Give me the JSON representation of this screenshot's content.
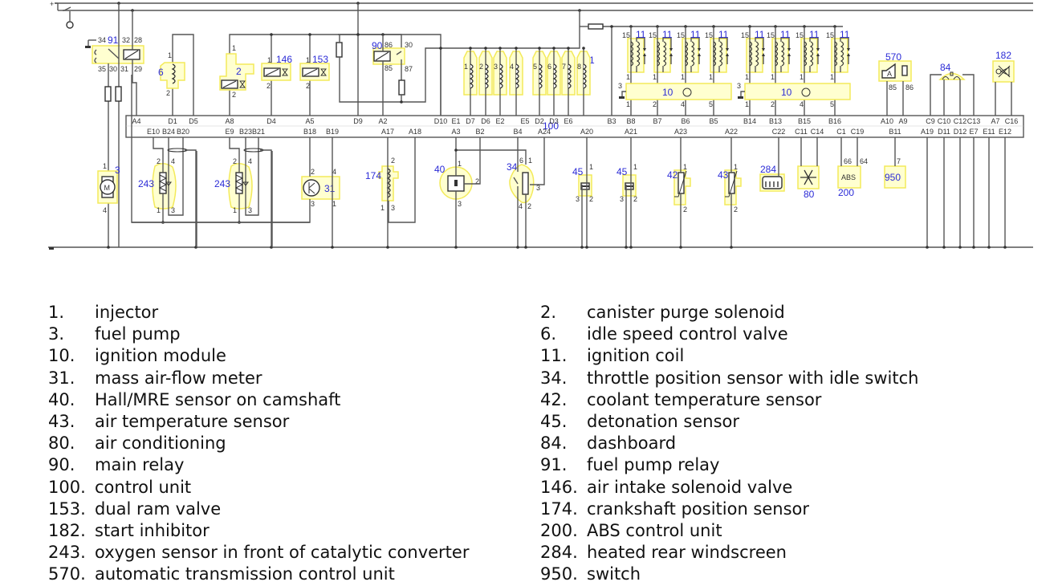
{
  "diagram": {
    "title": "Engine management wiring diagram",
    "control_unit": {
      "number": "100",
      "top_pins": [
        "A4",
        "D1",
        "D5",
        "A8",
        "D4",
        "A5",
        "D9",
        "A2",
        "D10",
        "E1",
        "D7",
        "D6",
        "E2",
        "E5",
        "D2",
        "D3",
        "E6",
        "B3",
        "B8",
        "B7",
        "B6",
        "B5",
        "B14",
        "B13",
        "B15",
        "B16",
        "A10",
        "A9",
        "C9",
        "C10",
        "C12",
        "C13",
        "A7",
        "C16"
      ],
      "bottom_pins": [
        "E10",
        "B24",
        "B20",
        "E9",
        "B23",
        "B21",
        "B18",
        "B19",
        "A17",
        "A18",
        "A3",
        "B2",
        "B4",
        "A24",
        "A20",
        "A21",
        "A23",
        "A22",
        "C22",
        "C11",
        "C14",
        "C1",
        "C19",
        "B11",
        "A19",
        "D11",
        "D12",
        "E7",
        "E11",
        "E12"
      ]
    },
    "components": {
      "fuel_pump_relay": {
        "number": "91",
        "pins": [
          "34",
          "32",
          "28",
          "35",
          "30",
          "31",
          "29"
        ]
      },
      "idle_valve": {
        "number": "6",
        "pins": [
          "1",
          "2"
        ]
      },
      "canister_purge": {
        "number": "2",
        "pins": [
          "1",
          "2"
        ]
      },
      "air_intake_valve": {
        "number": "146",
        "pins": [
          "1",
          "2"
        ]
      },
      "dual_ram_valve": {
        "number": "153",
        "pins": [
          "1",
          "2"
        ]
      },
      "main_relay": {
        "number": "90",
        "pins": [
          "86",
          "30",
          "85",
          "87"
        ]
      },
      "injector_label": "1",
      "injector_numbers": [
        "1",
        "2",
        "3",
        "4",
        "5",
        "6",
        "7",
        "8"
      ],
      "ignition_coil": {
        "number": "11",
        "pin_top": "15",
        "pin_bottom": "1"
      },
      "ignition_module": {
        "number": "10",
        "pin_ground": "3",
        "pins": [
          "1",
          "2",
          "4",
          "5"
        ]
      },
      "atcu": {
        "number": "570",
        "pins": [
          "85",
          "86"
        ],
        "glyph": "A"
      },
      "dashboard": {
        "number": "84"
      },
      "start_inhibitor": {
        "number": "182"
      },
      "fuel_pump": {
        "number": "3",
        "pins": [
          "1",
          "4"
        ],
        "glyph": "M"
      },
      "oxygen_sensor": {
        "number": "243",
        "pins": [
          "2",
          "4",
          "1",
          "3"
        ]
      },
      "maf": {
        "number": "31",
        "pins": [
          "2",
          "4",
          "3",
          "1"
        ]
      },
      "crank_sensor": {
        "number": "174",
        "pins": [
          "2",
          "1",
          "3"
        ]
      },
      "hall_sensor": {
        "number": "40",
        "pins": [
          "1",
          "2",
          "3"
        ]
      },
      "tps": {
        "number": "34",
        "pins": [
          "6",
          "1",
          "3",
          "4",
          "2"
        ]
      },
      "knock_sensor": {
        "number": "45",
        "pins": [
          "1",
          "3",
          "2"
        ]
      },
      "coolant_sensor": {
        "number": "42",
        "pins": [
          "1",
          "2"
        ]
      },
      "air_temp_sensor": {
        "number": "43",
        "pins": [
          "1",
          "2"
        ]
      },
      "rear_screen": {
        "number": "284"
      },
      "aircon": {
        "number": "80"
      },
      "abs": {
        "number": "200",
        "glyph": "ABS",
        "pins": [
          "66",
          "64"
        ]
      },
      "switch": {
        "number": "950",
        "pin": "7"
      }
    }
  },
  "legend": {
    "left": [
      {
        "num": "1.",
        "text": "injector"
      },
      {
        "num": "3.",
        "text": "fuel pump"
      },
      {
        "num": "10.",
        "text": "ignition module"
      },
      {
        "num": "31.",
        "text": "mass air-flow meter"
      },
      {
        "num": "40.",
        "text": "Hall/MRE sensor on camshaft"
      },
      {
        "num": "43.",
        "text": "air temperature sensor"
      },
      {
        "num": "80.",
        "text": "air conditioning"
      },
      {
        "num": "90.",
        "text": "main relay"
      },
      {
        "num": "100.",
        "text": "control unit"
      },
      {
        "num": "153.",
        "text": "dual ram valve"
      },
      {
        "num": "182.",
        "text": "start inhibitor"
      },
      {
        "num": "243.",
        "text": "oxygen sensor in front of catalytic converter"
      },
      {
        "num": "570.",
        "text": "automatic transmission control unit"
      }
    ],
    "right": [
      {
        "num": "2.",
        "text": "canister purge solenoid"
      },
      {
        "num": "6.",
        "text": "idle speed control valve"
      },
      {
        "num": "11.",
        "text": "ignition coil"
      },
      {
        "num": "34.",
        "text": "throttle position sensor with idle switch"
      },
      {
        "num": "42.",
        "text": "coolant temperature sensor"
      },
      {
        "num": "45.",
        "text": "detonation sensor"
      },
      {
        "num": "84.",
        "text": "dashboard"
      },
      {
        "num": "91.",
        "text": "fuel pump relay"
      },
      {
        "num": "146.",
        "text": "air intake solenoid valve"
      },
      {
        "num": "174.",
        "text": "crankshaft position sensor"
      },
      {
        "num": "200.",
        "text": "ABS control unit"
      },
      {
        "num": "284.",
        "text": "heated rear windscreen"
      },
      {
        "num": "950.",
        "text": "switch"
      }
    ]
  }
}
